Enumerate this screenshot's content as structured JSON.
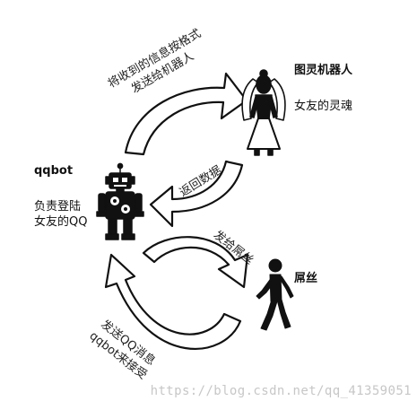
{
  "nodes": {
    "robot_name": "图灵机器人",
    "robot_role": "女友的灵魂",
    "qqbot_name": "qqbot",
    "qqbot_role_line1": "负责登陆",
    "qqbot_role_line2": "女友的QQ",
    "user_name": "屌丝"
  },
  "edges": {
    "top_line1": "将收到的信息按格式",
    "top_line2": "发送给机器人",
    "middle": "返回数据",
    "lower": "发给屌丝",
    "bottom_line1": "发送QQ消息",
    "bottom_line2": "qqbot来接受"
  },
  "watermark": "https://blog.csdn.net/qq_41359051",
  "colors": {
    "stroke": "#111111",
    "fill": "#ffffff",
    "watermark": "#c7c7c7"
  }
}
